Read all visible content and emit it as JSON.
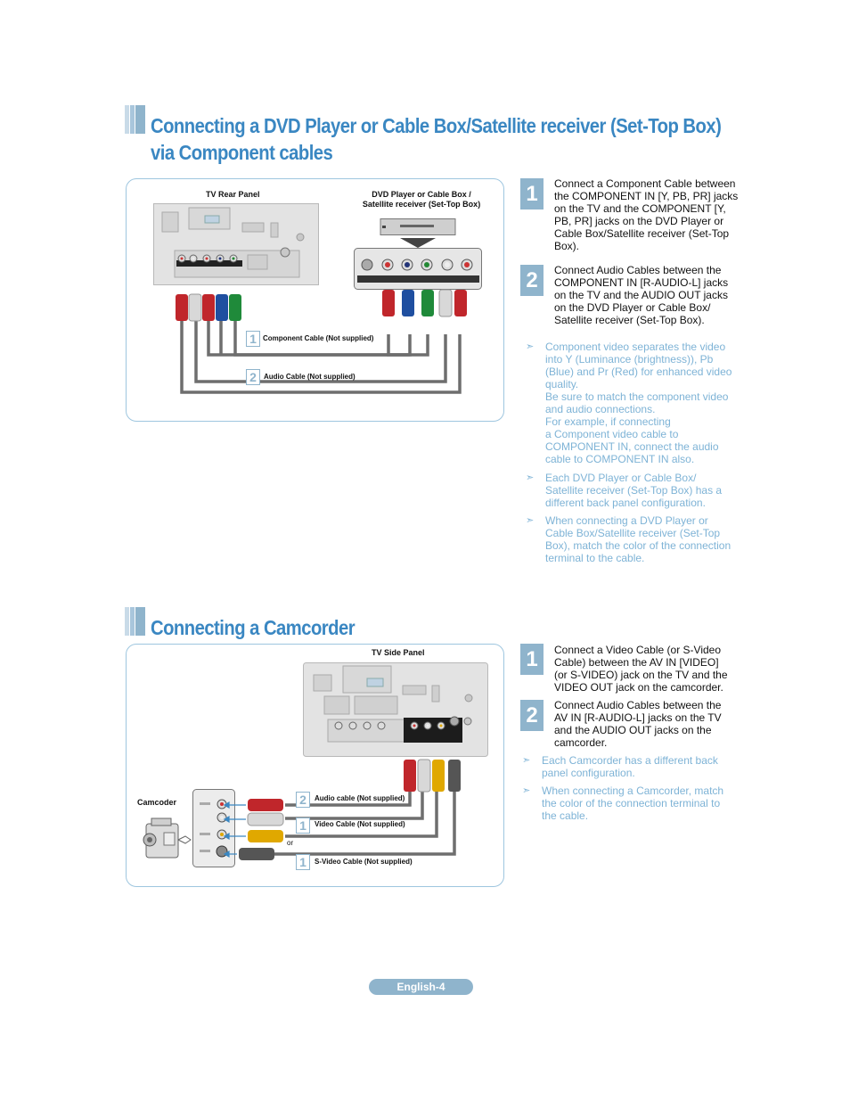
{
  "section1": {
    "title_line1": "Connecting a DVD Player or Cable Box/Satellite receiver (Set-Top Box)",
    "title_line2": "via Component cables",
    "diagram": {
      "tv_rear_label": "TV Rear Panel",
      "dvd_label_line1": "DVD Player or Cable Box /",
      "dvd_label_line2": "Satellite receiver (Set-Top Box)",
      "cable1_number": "1",
      "cable1_label": "Component Cable (Not supplied)",
      "cable2_number": "2",
      "cable2_label": "Audio Cable (Not supplied)"
    },
    "steps": [
      {
        "number": "1",
        "lines": [
          "Connect a Component Cable between",
          "the COMPONENT IN [Y, PB, PR] jacks",
          "on the TV and the COMPONENT [Y,",
          "PB, PR] jacks on the DVD Player or",
          "Cable Box/Satellite receiver (Set-Top",
          "Box)."
        ]
      },
      {
        "number": "2",
        "lines": [
          "Connect Audio Cables between the",
          "COMPONENT IN [R-AUDIO-L] jacks",
          "on the TV and the AUDIO OUT jacks",
          "on the DVD Player or Cable Box/",
          "Satellite receiver (Set-Top Box)."
        ]
      }
    ],
    "notes": [
      {
        "icon": "➣",
        "lines": [
          "Component video separates the video",
          "into Y (Luminance (brightness)), Pb",
          "(Blue) and Pr (Red) for enhanced video",
          "quality.",
          "Be sure to match the component video",
          "and audio connections.",
          "For example, if connecting",
          "a Component video cable to",
          "COMPONENT IN, connect the audio",
          "cable to COMPONENT IN also."
        ]
      },
      {
        "icon": "➣",
        "lines": [
          "Each DVD Player or Cable Box/",
          "Satellite receiver (Set-Top Box) has a",
          "different back panel configuration."
        ]
      },
      {
        "icon": "➣",
        "lines": [
          "When connecting a DVD Player or",
          "Cable Box/Satellite receiver (Set-Top",
          "Box), match the color of the connection",
          "terminal to the cable."
        ]
      }
    ]
  },
  "section2": {
    "title": "Connecting a Camcorder",
    "diagram": {
      "tv_side_label": "TV Side Panel",
      "camcorder_label": "Camcoder",
      "or_label": "or",
      "cable_audio_number": "2",
      "cable_audio_label": "Audio cable (Not supplied)",
      "cable_video_number": "1",
      "cable_video_label": "Video Cable (Not supplied)",
      "cable_svideo_number": "1",
      "cable_svideo_label": "S-Video Cable (Not supplied)"
    },
    "steps": [
      {
        "number": "1",
        "lines": [
          "Connect a Video Cable (or S-Video",
          "Cable) between the AV IN [VIDEO]",
          "(or S-VIDEO) jack on the TV and the",
          "VIDEO OUT jack on the camcorder."
        ]
      },
      {
        "number": "2",
        "lines": [
          "Connect Audio Cables between the",
          "AV IN [R-AUDIO-L] jacks on the TV",
          "and the AUDIO OUT jacks on the",
          "camcorder."
        ]
      }
    ],
    "notes": [
      {
        "icon": "➣",
        "lines": [
          "Each Camcorder has a different back",
          "panel configuration."
        ]
      },
      {
        "icon": "➣",
        "lines": [
          "When connecting a Camcorder, match",
          "the color of the connection terminal to",
          "the cable."
        ]
      }
    ]
  },
  "footer": {
    "page_label": "English-4"
  },
  "colors": {
    "accent": "#3a87c2",
    "step_badge": "#8fb4cc",
    "note_text": "#7eb3d6",
    "panel_border": "#9ec6df",
    "cable": "#6e6e6e"
  }
}
